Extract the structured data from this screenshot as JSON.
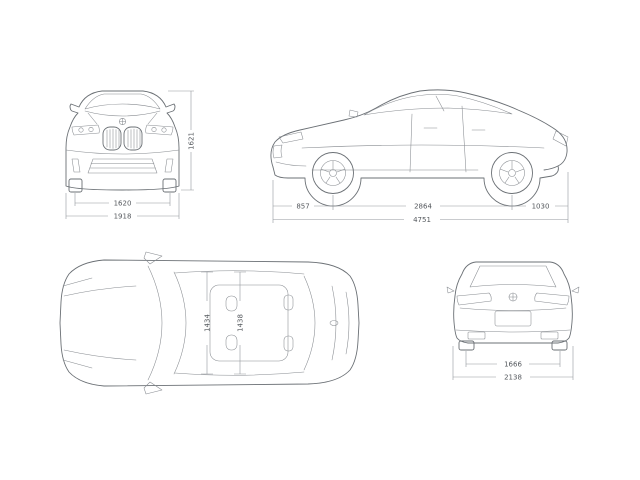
{
  "diagram": {
    "type": "vehicle-dimensions-blueprint",
    "colors": {
      "background": "#ffffff",
      "line": "#6b7075",
      "detail": "#878b90",
      "dimension": "#94989d",
      "text": "#54585d"
    },
    "front_view": {
      "track_width": "1620",
      "overall_width": "1918",
      "height": "1621"
    },
    "side_view": {
      "front_overhang": "857",
      "wheelbase": "2864",
      "rear_overhang": "1030",
      "overall_length": "4751"
    },
    "top_view": {
      "interior_width_front": "1434",
      "interior_width_rear": "1438"
    },
    "rear_view": {
      "track_width": "1666",
      "overall_width": "2138"
    }
  }
}
